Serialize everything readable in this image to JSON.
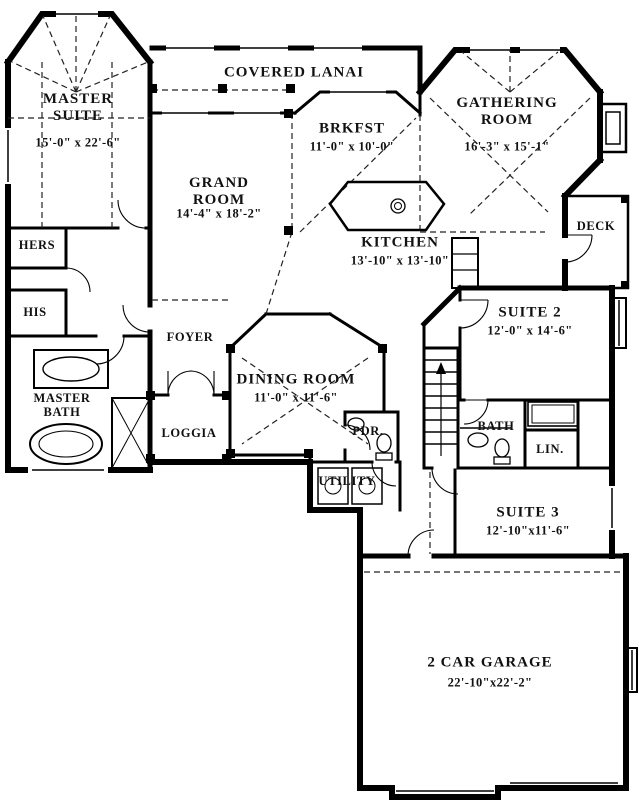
{
  "colors": {
    "ink": "#000000",
    "paper": "#ffffff"
  },
  "rooms": {
    "master_suite": {
      "label": "MASTER SUITE",
      "dims": "15'-0\" x 22'-6\""
    },
    "covered_lanai": {
      "label": "COVERED LANAI"
    },
    "brkfst": {
      "label": "BRKFST",
      "dims": "11'-0\" x 10'-0\""
    },
    "gathering_room": {
      "label": "GATHERING ROOM",
      "dims": "16'-3\" x 15'-1\""
    },
    "grand_room": {
      "label": "GRAND ROOM",
      "dims": "14'-4\" x 18'-2\""
    },
    "kitchen": {
      "label": "KITCHEN",
      "dims": "13'-10\" x 13'-10\""
    },
    "deck": {
      "label": "DECK"
    },
    "hers": {
      "label": "HERS"
    },
    "his": {
      "label": "HIS"
    },
    "suite2": {
      "label": "SUITE 2",
      "dims": "12'-0\" x 14'-6\""
    },
    "foyer": {
      "label": "FOYER"
    },
    "master_bath": {
      "label": "MASTER BATH"
    },
    "dining_room": {
      "label": "DINING ROOM",
      "dims": "11'-0\" x 11'-6\""
    },
    "loggia": {
      "label": "LOGGIA"
    },
    "pdr": {
      "label": "PDR."
    },
    "bath": {
      "label": "BATH"
    },
    "lin": {
      "label": "LIN."
    },
    "utility": {
      "label": "UTILITY"
    },
    "suite3": {
      "label": "SUITE 3",
      "dims": "12'-10\"x11'-6\""
    },
    "garage": {
      "label": "2 CAR GARAGE",
      "dims": "22'-10\"x22'-2\""
    }
  }
}
